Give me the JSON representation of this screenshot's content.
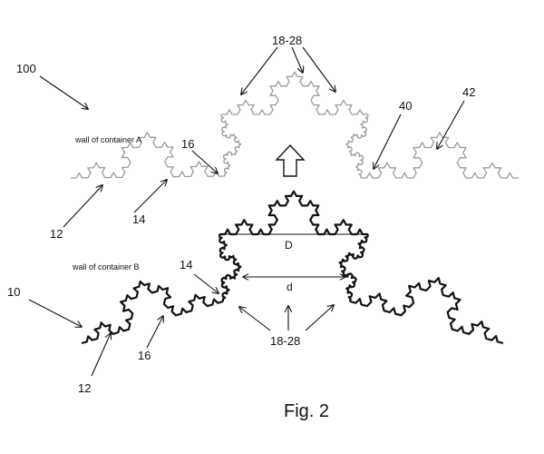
{
  "labels": {
    "ref_100": "100",
    "ref_10": "10",
    "wall_a": "wall of container A",
    "wall_b": "wall of container B",
    "ref_18_28_top": "18-28",
    "ref_18_28_bottom": "18-28",
    "ref_16_top": "16",
    "ref_12_top": "12",
    "ref_14_top": "14",
    "ref_40": "40",
    "ref_42": "42",
    "dim_D": "D",
    "dim_d": "d",
    "ref_14_bottom": "14",
    "ref_16_bottom": "16",
    "ref_12_bottom": "12",
    "caption": "Fig. 2"
  },
  "colors": {
    "wall_a": "#9a9a9a",
    "wall_b": "#111111"
  }
}
